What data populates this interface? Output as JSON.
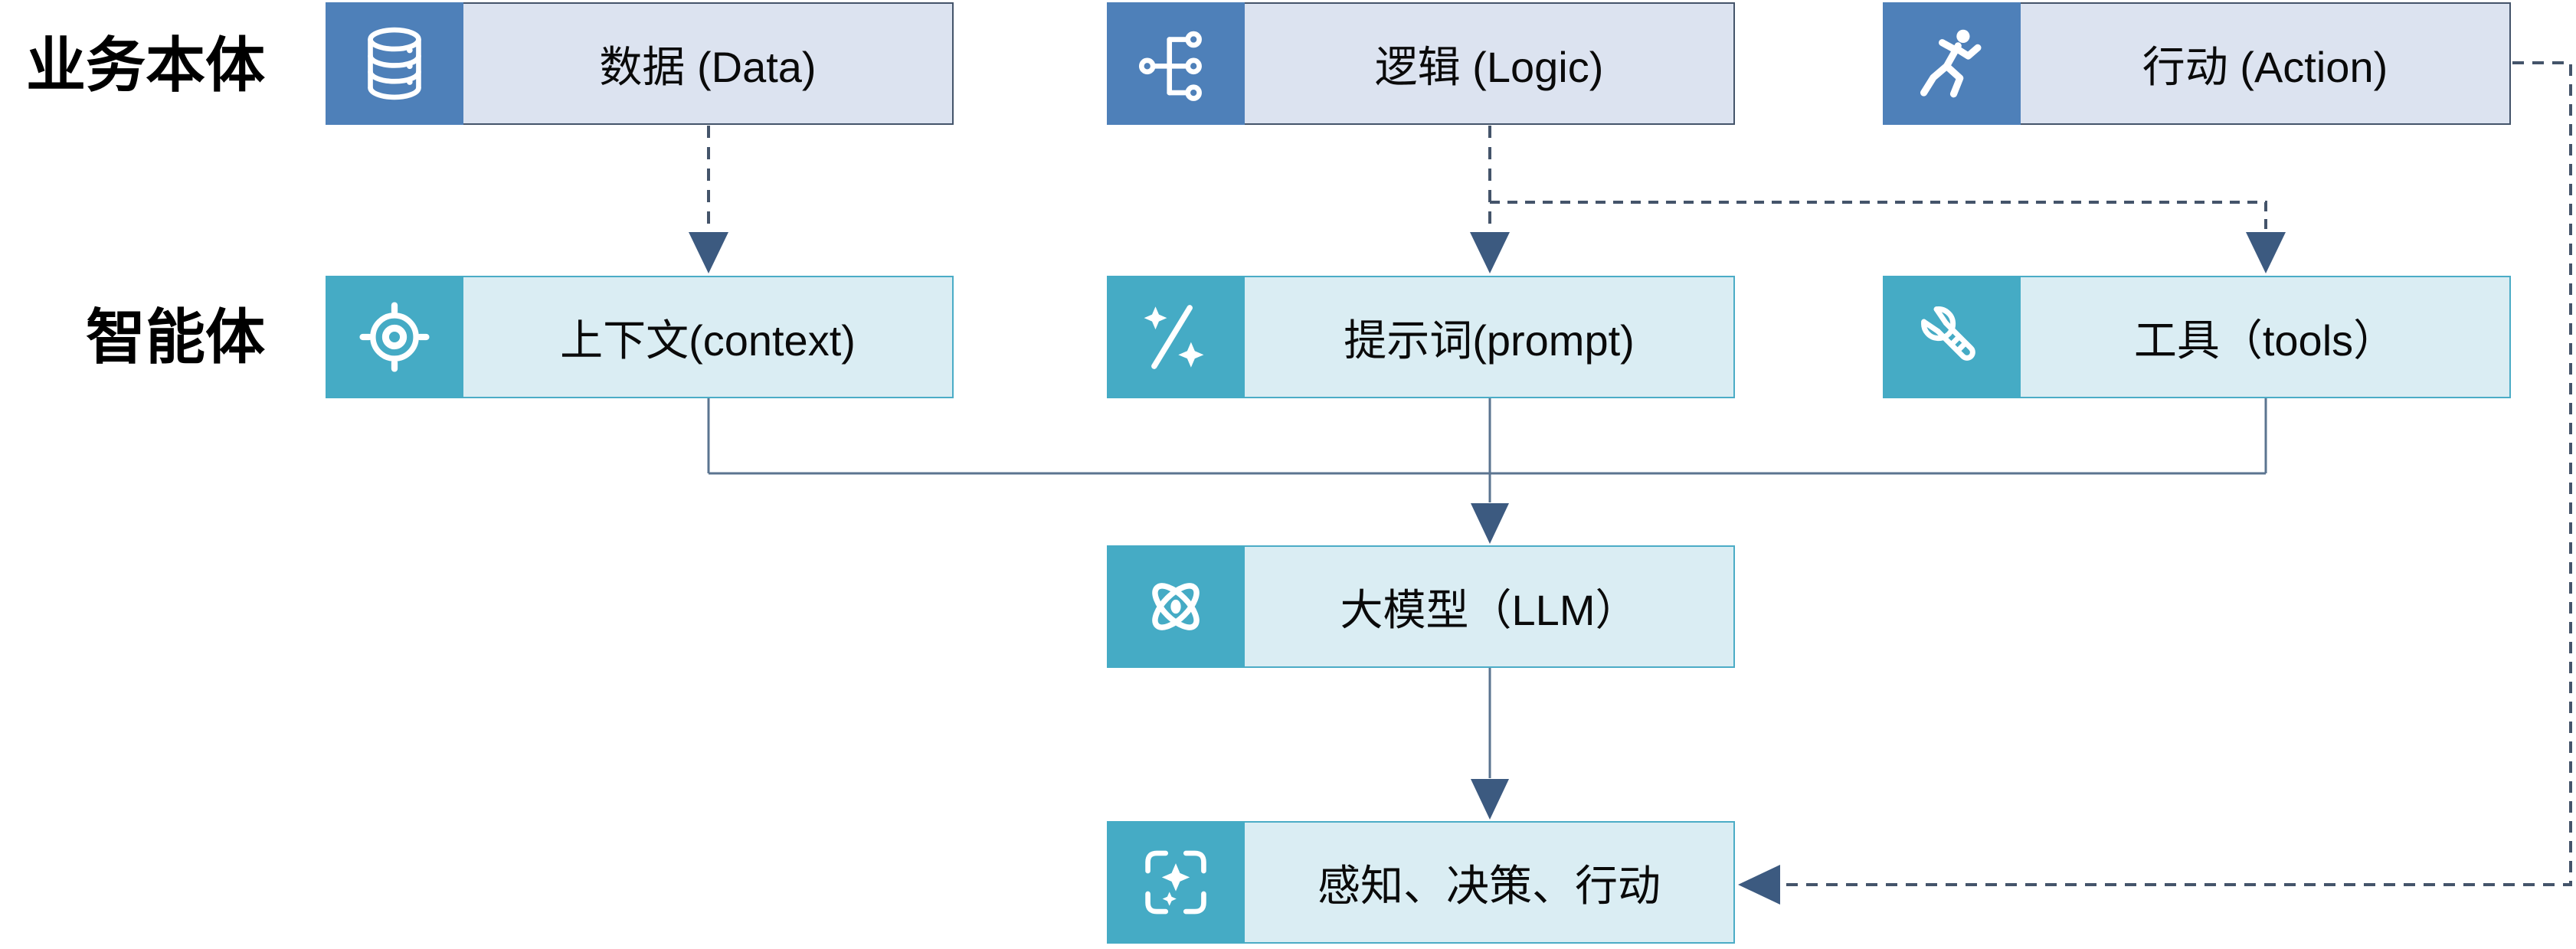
{
  "row_labels": {
    "business": "业务本体",
    "agent": "智能体"
  },
  "nodes": {
    "data": {
      "label": "数据 (Data)",
      "icon": "database-icon"
    },
    "logic": {
      "label": "逻辑 (Logic)",
      "icon": "hierarchy-icon"
    },
    "action": {
      "label": "行动 (Action)",
      "icon": "runner-icon"
    },
    "context": {
      "label": "上下文(context)",
      "icon": "target-icon"
    },
    "prompt": {
      "label": "提示词(prompt)",
      "icon": "magic-wand-icon"
    },
    "tools": {
      "label": "工具（tools）",
      "icon": "wrench-icon"
    },
    "llm": {
      "label": "大模型（LLM）",
      "icon": "atom-icon"
    },
    "output": {
      "label": "感知、决策、行动",
      "icon": "sparkle-frame-icon"
    }
  },
  "colors": {
    "business_icon_bg": "#4e80b9",
    "business_box_fill": "#dce3f0",
    "business_box_border": "#44546a",
    "agent_icon_bg": "#45abc5",
    "agent_box_fill": "#daedf3",
    "agent_box_border": "#4bacc6",
    "connector_dashed": "#44546a",
    "connector_solid": "#5b7490",
    "arrowhead": "#3c5a80",
    "text": "#000000"
  }
}
